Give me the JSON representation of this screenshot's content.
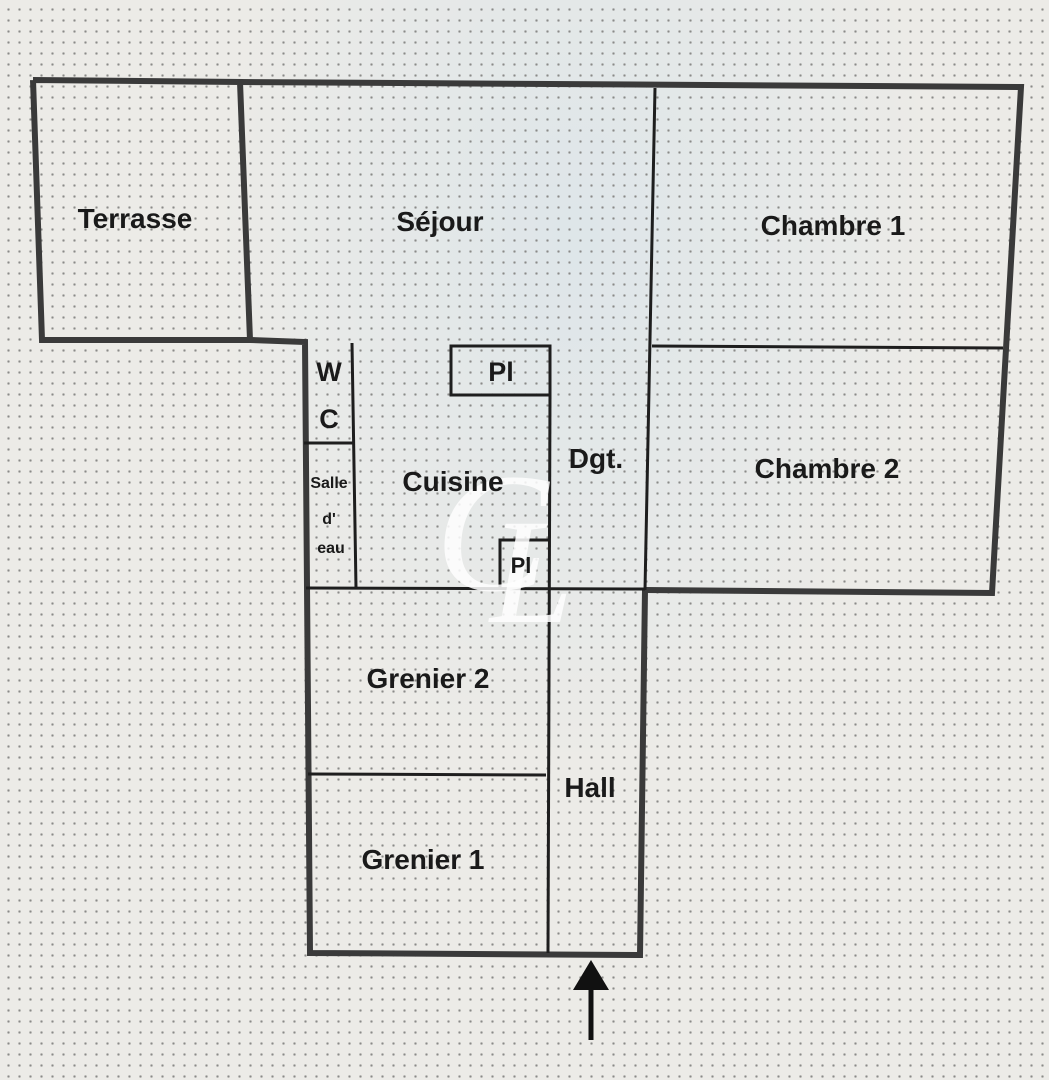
{
  "rooms": {
    "terrasse": "Terrasse",
    "sejour": "Séjour",
    "chambre1": "Chambre 1",
    "chambre2": "Chambre 2",
    "wc_w": "W",
    "wc_c": "C",
    "salle": "Salle",
    "salle_d": "d'",
    "salle_eau": "eau",
    "placard_top": "Pl",
    "placard_bottom": "Pl",
    "cuisine": "Cuisine",
    "degagement": "Dgt.",
    "grenier2": "Grenier 2",
    "grenier1": "Grenier 1",
    "hall": "Hall"
  },
  "watermark": {
    "letter_c": "C",
    "letter_l": "L"
  },
  "entrance": {
    "icon": "arrow-up-icon"
  }
}
